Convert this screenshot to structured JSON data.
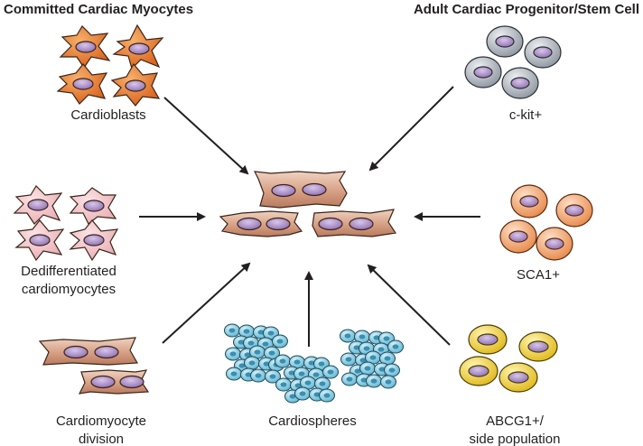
{
  "headings": {
    "left": "Committed Cardiac Myocytes",
    "right": "Adult Cardiac Progenitor/Stem Cell"
  },
  "labels": {
    "cardioblasts": "Cardioblasts",
    "dedifferentiated_line1": "Dedifferentiated",
    "dedifferentiated_line2": "cardiomyocytes",
    "division_line1": "Cardiomyocyte",
    "division_line2": "division",
    "cardiospheres": "Cardiospheres",
    "ckit": "c-kit+",
    "sca1": "SCA1+",
    "abcg1_line1": "ABCG1+/",
    "abcg1_line2": "side population"
  },
  "colors": {
    "cardioblast": "#e8742a",
    "dediff_cell": "#f1c2c6",
    "myocyte": "#cf9678",
    "nucleus": "#a98bc4",
    "cardiosphere": "#7cc6de",
    "ckit_cell": "#a9b0b8",
    "sca1_cell": "#f0a36b",
    "abcg1_cell": "#f2d83a",
    "arrow": "#231f20"
  }
}
